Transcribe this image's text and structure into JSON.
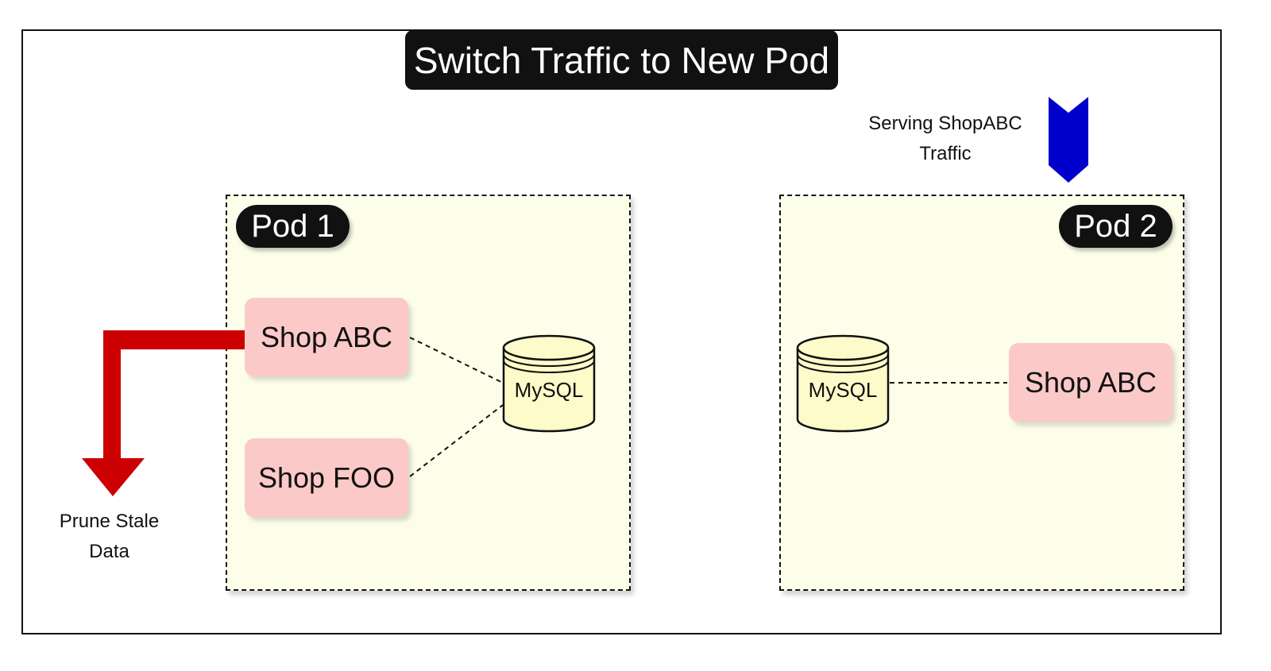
{
  "title": "Switch Traffic to New Pod",
  "pods": {
    "pod1": {
      "label": "Pod 1",
      "shops": [
        "Shop ABC",
        "Shop FOO"
      ],
      "database": "MySQL"
    },
    "pod2": {
      "label": "Pod 2",
      "shops": [
        "Shop ABC"
      ],
      "database": "MySQL"
    }
  },
  "annotations": {
    "serving_line1": "Serving ShopABC",
    "serving_line2": "Traffic",
    "prune_line1": "Prune Stale",
    "prune_line2": "Data"
  },
  "colors": {
    "pod_fill": "#fdfee9",
    "shop_fill": "#fcc9c9",
    "db_fill": "#fdfbc9",
    "prune_arrow": "#cc0000",
    "traffic_arrow": "#0000cc",
    "label_bg": "#111111"
  }
}
